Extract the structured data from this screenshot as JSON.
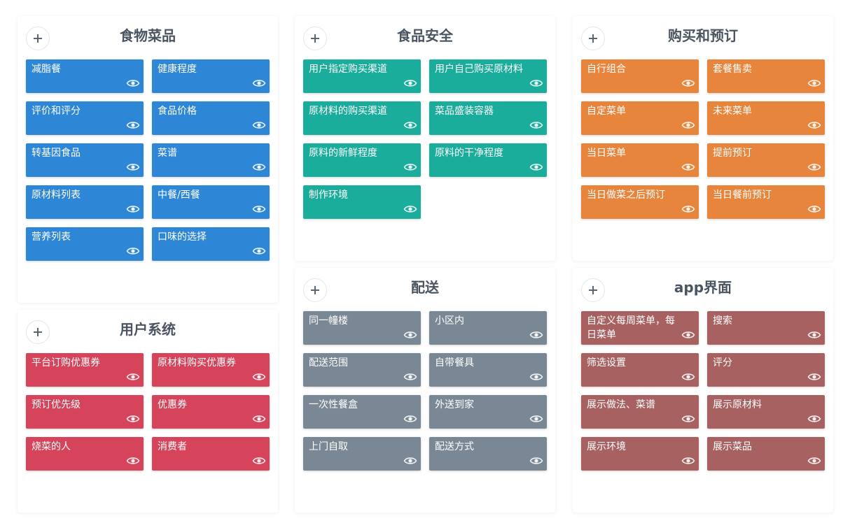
{
  "colors": {
    "blue": "#2e86d7",
    "teal": "#1aad9b",
    "orange": "#e8853c",
    "crimson": "#d5445b",
    "slate": "#7a8896",
    "rose": "#a76161"
  },
  "panels": [
    {
      "title": "食物菜品",
      "color": "blue",
      "cards": [
        "减脂餐",
        "健康程度",
        "评价和评分",
        "食品价格",
        "转基因食品",
        "菜谱",
        "原材料列表",
        "中餐/西餐",
        "营养列表",
        "口味的选择"
      ]
    },
    {
      "title": "食品安全",
      "color": "teal",
      "cards": [
        "用户指定购买渠道",
        "用户自己购买原材料",
        "原材料的购买渠道",
        "菜品盛装容器",
        "原料的新鲜程度",
        "原料的干净程度",
        "制作环境"
      ]
    },
    {
      "title": "购买和预订",
      "color": "orange",
      "cards": [
        "自行组合",
        "套餐售卖",
        "自定菜单",
        "未来菜单",
        "当日菜单",
        "提前预订",
        "当日做菜之后预订",
        "当日餐前预订"
      ]
    },
    {
      "title": "用户系统",
      "color": "crimson",
      "cards": [
        "平台订购优惠券",
        "原材料购买优惠券",
        "预订优先级",
        "优惠券",
        "烧菜的人",
        "消费者"
      ]
    },
    {
      "title": "配送",
      "color": "slate",
      "cards": [
        "同一幢楼",
        "小区内",
        "配送范围",
        "自带餐具",
        "一次性餐盒",
        "外送到家",
        "上门自取",
        "配送方式"
      ]
    },
    {
      "title": "app界面",
      "color": "rose",
      "cards": [
        "自定义每周菜单，每日菜单",
        "搜索",
        "筛选设置",
        "评分",
        "展示做法、菜谱",
        "展示原材料",
        "展示环境",
        "展示菜品"
      ]
    }
  ]
}
